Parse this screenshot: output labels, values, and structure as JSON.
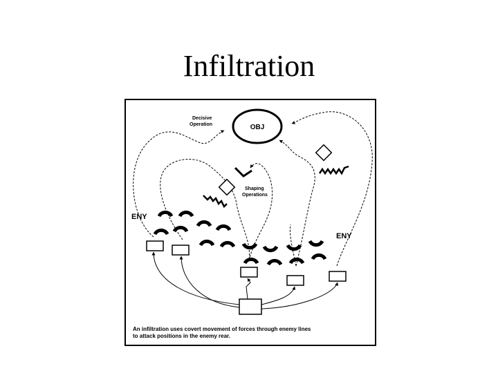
{
  "slide": {
    "title": "Infiltration"
  },
  "diagram": {
    "labels": {
      "decisive_line1": "Decisive",
      "decisive_line2": "Operation",
      "objective": "OBJ",
      "shaping_line1": "Shaping",
      "shaping_line2": "Operations",
      "enemy_left": "ENY",
      "enemy_right": "ENY"
    },
    "caption_line1": "An infiltration uses covert movement of forces through enemy lines",
    "caption_line2": "to attack positions in the enemy rear."
  }
}
